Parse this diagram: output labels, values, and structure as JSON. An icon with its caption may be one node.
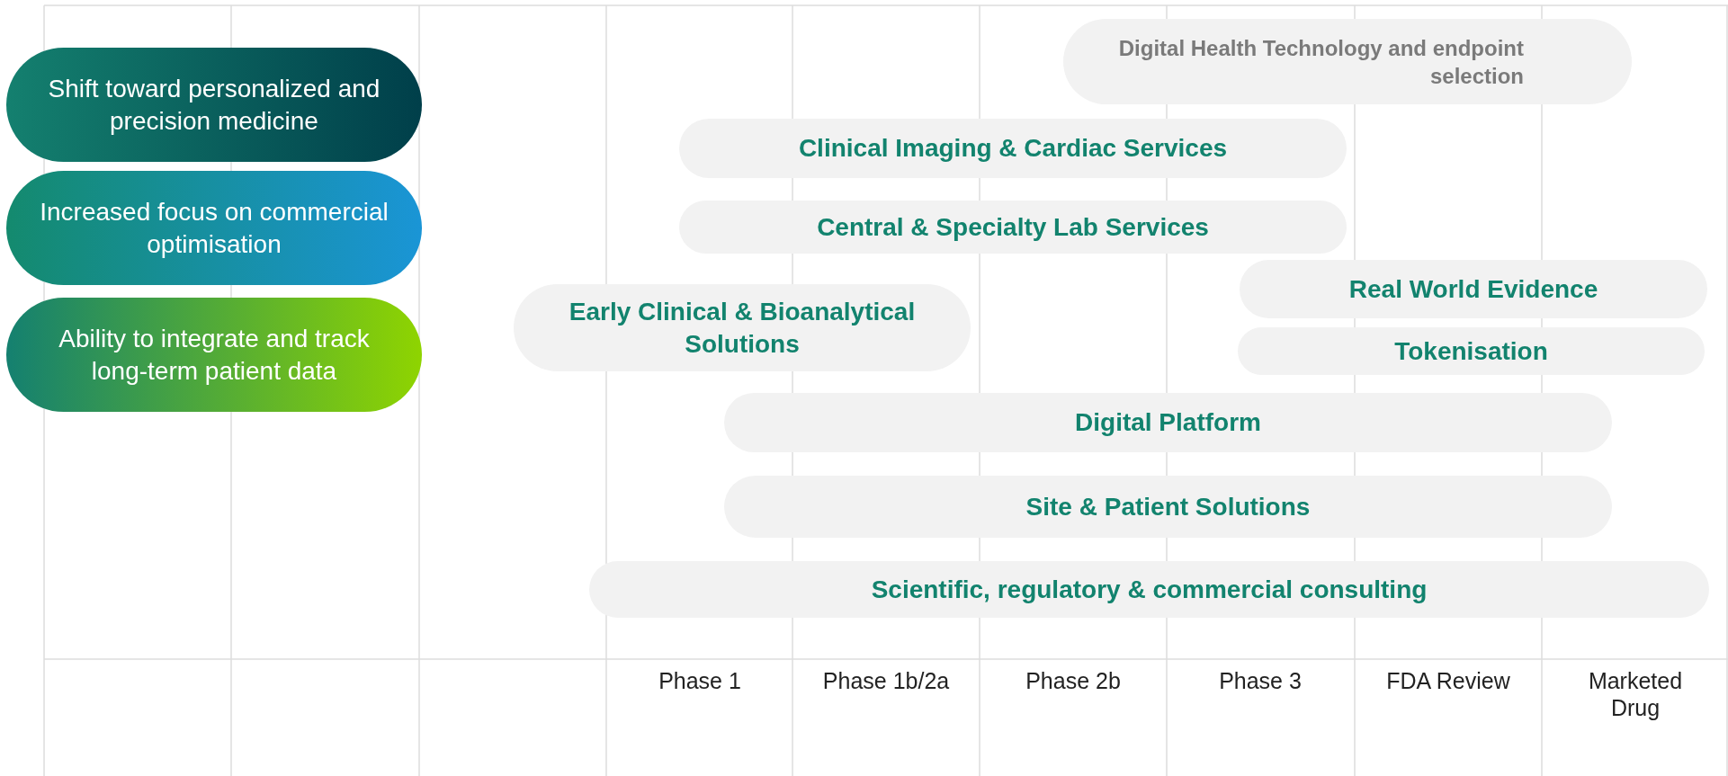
{
  "diagram": {
    "nodes": [
      {
        "text": [
          "Shift toward personalized and precision medicine"
        ]
      },
      {
        "text": [
          "Increased focus on commercial optimisation"
        ]
      },
      {
        "text": [
          "Ability to integrate and track long-term patient data"
        ]
      },
      {
        "text": [
          "Digital Health Technology and endpoint selection"
        ]
      },
      {
        "text": [
          "Clinical Imaging & Cardiac Services"
        ]
      },
      {
        "text": [
          "Central & Specialty Lab Services"
        ]
      },
      {
        "text": [
          "Early Clinical & Bioanalytical Solutions"
        ]
      },
      {
        "text": [
          "Real World Evidence"
        ]
      },
      {
        "text": [
          "Tokenisation"
        ]
      },
      {
        "text": [
          "Digital Platform"
        ]
      },
      {
        "text": [
          "Site & Patient Solutions"
        ]
      },
      {
        "text": [
          "Scientific, regulatory & commercial consulting"
        ]
      }
    ],
    "edges": [],
    "labels": [
      "Phase 1",
      "Phase 1b/2a",
      "Phase 2b",
      "Phase 3",
      "FDA Review",
      "Marketed Drug"
    ]
  }
}
